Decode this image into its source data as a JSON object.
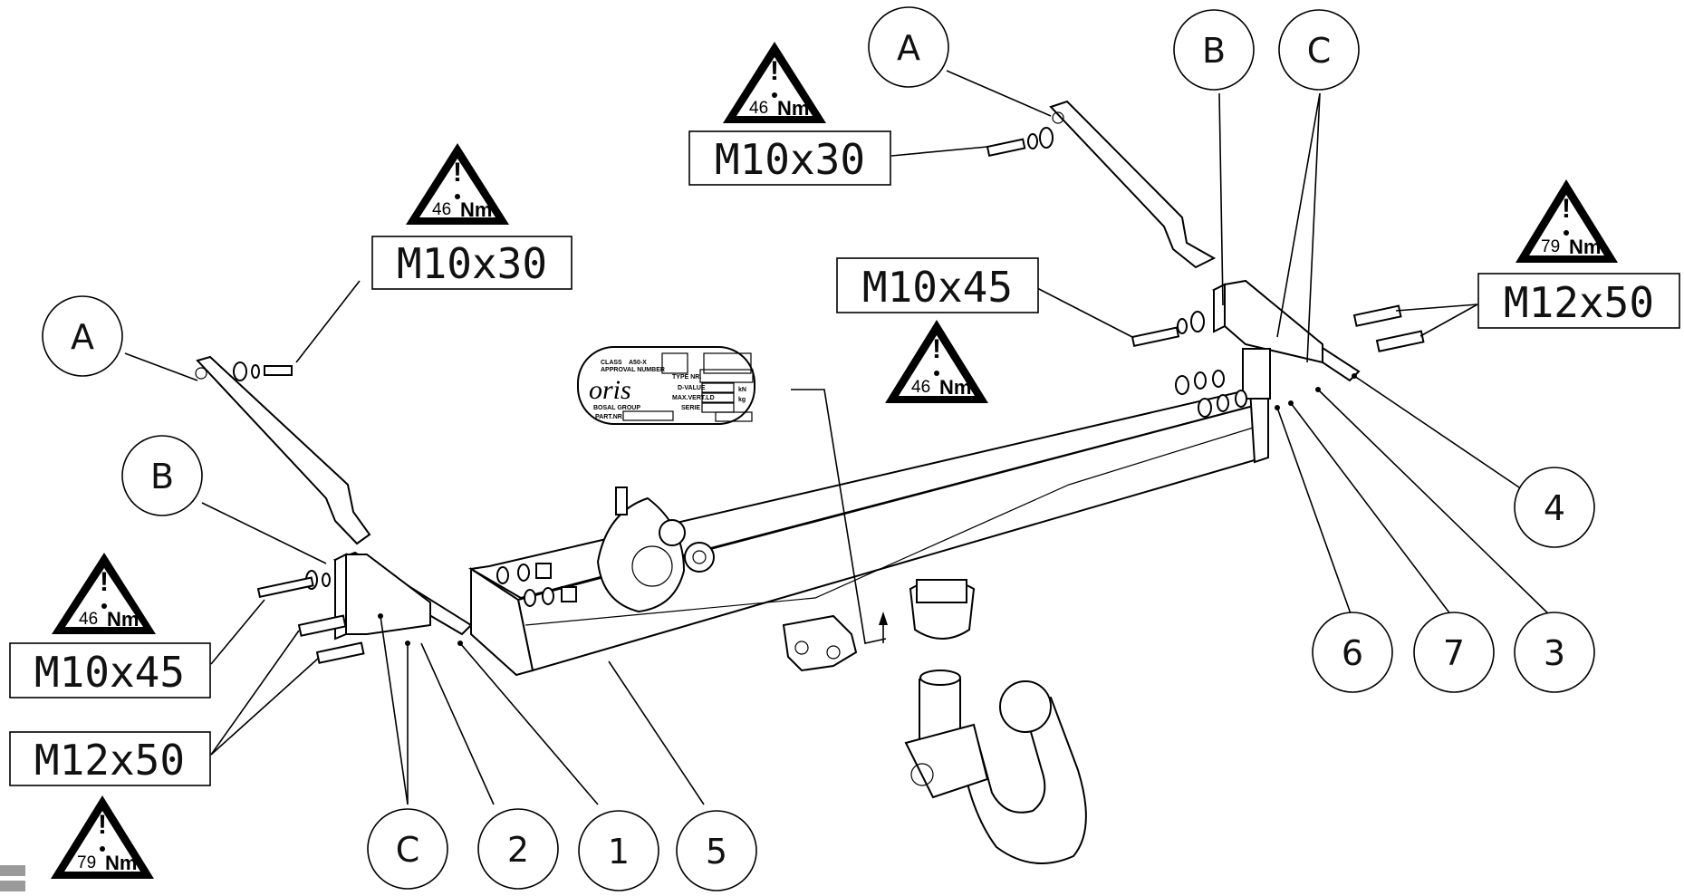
{
  "specs": {
    "m10x30_left": "M10x30",
    "m10x30_right": "M10x30",
    "m10x45_left": "M10x45",
    "m10x45_right": "M10x45",
    "m12x50_left": "M12x50",
    "m12x50_right": "M12x50"
  },
  "torque": {
    "unit": "Nm",
    "t1_value": "46",
    "t2_value": "46",
    "t3_value": "46",
    "t4_value": "46",
    "t5_value": "79",
    "t6_value": "79"
  },
  "callouts": {
    "a_left": "A",
    "b_left": "B",
    "c_left": "C",
    "a_right": "A",
    "b_right": "B",
    "c_right": "C",
    "n1": "1",
    "n2": "2",
    "n3": "3",
    "n4": "4",
    "n5": "5",
    "n6": "6",
    "n7": "7"
  },
  "plate": {
    "class": "CLASS",
    "class_value": "A50-X",
    "approval": "APPROVAL NUMBER",
    "type_nr": "TYPE NR.",
    "d_value": "D-VALUE",
    "d_unit": "kN",
    "max_vert": "MAX.VERT.LD",
    "max_unit": "kg",
    "serie": "SERIE",
    "brand": "oris",
    "group": "BOSAL GROUP",
    "part_nr": "PART.NR."
  },
  "colors": {
    "line": "#000000",
    "background": "#ffffff",
    "corner_mark": "#9a9a9a"
  }
}
